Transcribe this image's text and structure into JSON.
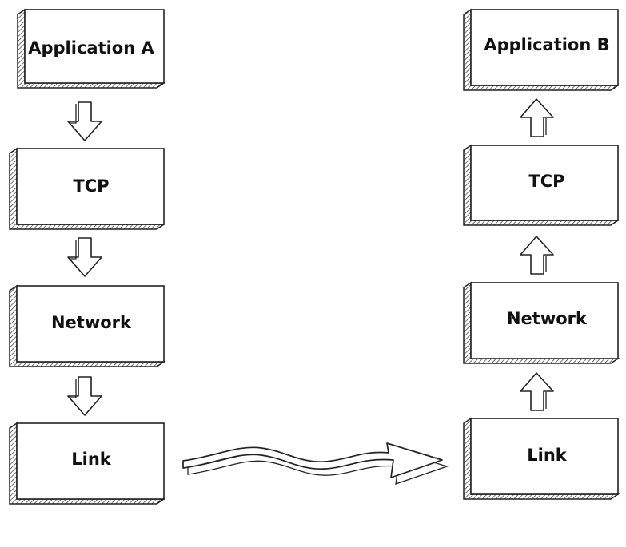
{
  "diagram": {
    "left_stack": {
      "boxes": [
        {
          "label": "Application A"
        },
        {
          "label": "TCP"
        },
        {
          "label": "Network"
        },
        {
          "label": "Link"
        }
      ],
      "arrow_direction": "down"
    },
    "right_stack": {
      "boxes": [
        {
          "label": "Application B"
        },
        {
          "label": "TCP"
        },
        {
          "label": "Network"
        },
        {
          "label": "Link"
        }
      ],
      "arrow_direction": "up"
    },
    "connection": {
      "from": "Link",
      "to": "Link",
      "style": "wavy-arrow"
    },
    "colors": {
      "stroke": "#222222",
      "box_fill": "#ffffff",
      "text": "#111111"
    }
  }
}
